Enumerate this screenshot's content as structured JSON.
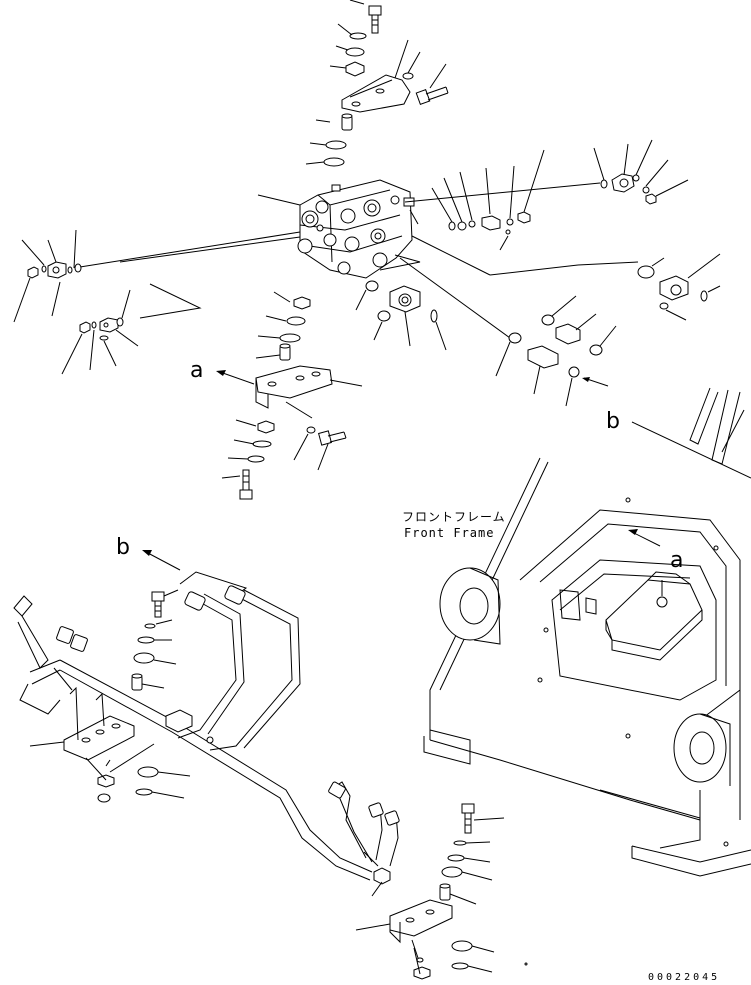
{
  "labels": {
    "ref_a_top": "a",
    "ref_b_right": "b",
    "ref_b_left": "b",
    "ref_a_frame": "a"
  },
  "frame": {
    "name_jp": "フロントフレーム",
    "name_en": "Front Frame"
  },
  "drawing_code": "00022045"
}
